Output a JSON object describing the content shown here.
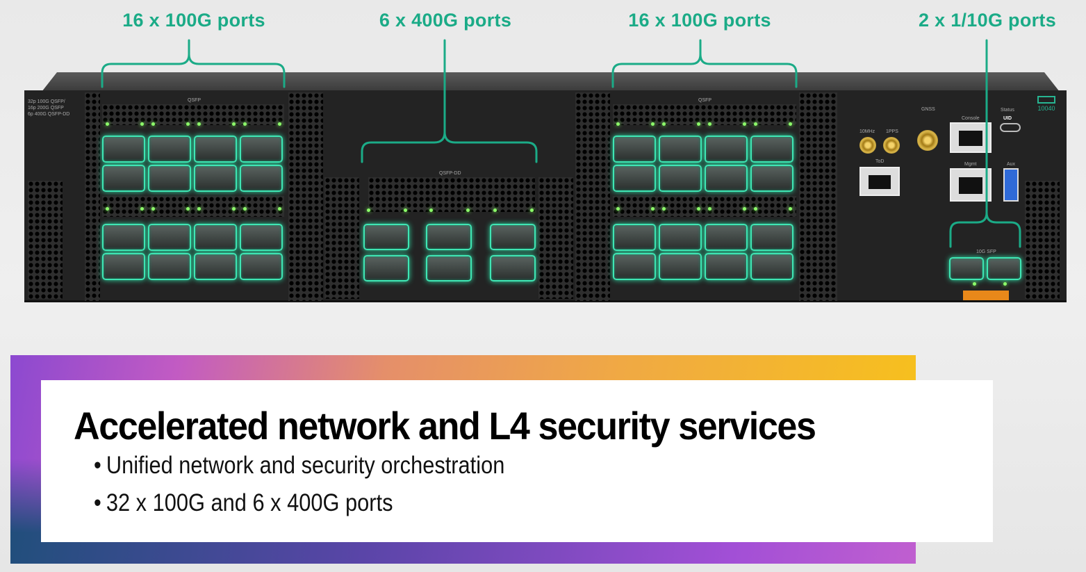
{
  "callouts": [
    {
      "label": "16 x 100G ports"
    },
    {
      "label": "6 x 400G ports"
    },
    {
      "label": "16 x 100G ports"
    },
    {
      "label": "2 x 1/10G ports"
    }
  ],
  "device": {
    "port_summary": [
      "32p 100G QSFP/",
      "16p 200G QSFP",
      "6p 400G QSFP-DD"
    ],
    "group_labels": {
      "qsfp": "QSFP",
      "qsfp_dd": "QSFP-DD",
      "sfp": "10G SFP"
    },
    "connector_labels": {
      "10mhz": "10MHz",
      "1pps": "1PPS",
      "gnss": "GNSS",
      "tod": "ToD",
      "console": "Console",
      "mgmt": "Mgmt",
      "aux": "Aux",
      "status": "Status",
      "uid": "UID"
    },
    "model": "10040",
    "accent_color": "#3fe6b4"
  },
  "slide": {
    "headline": "Accelerated network and L4 security services",
    "bullets": [
      "Unified network and security orchestration",
      "32 x 100G and 6 x 400G ports"
    ]
  }
}
